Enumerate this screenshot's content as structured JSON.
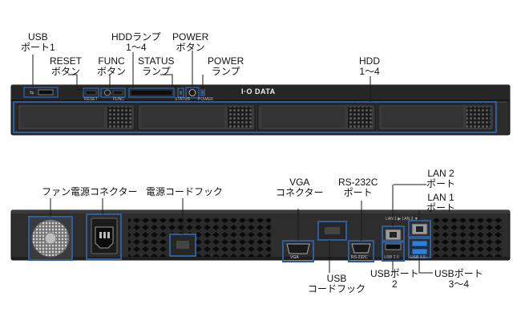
{
  "brand": "I·O DATA",
  "front_view": {
    "callouts": {
      "usb_port1": [
        "USB",
        "ポート1"
      ],
      "reset_button": [
        "RESET",
        "ボタン"
      ],
      "func_button": [
        "FUNC",
        "ボタン"
      ],
      "hdd_lamp": [
        "HDDランプ",
        "1～4"
      ],
      "status_lamp": [
        "STATUS",
        "ランプ"
      ],
      "power_button": [
        "POWER",
        "ボタン"
      ],
      "power_lamp": [
        "POWER",
        "ランプ"
      ],
      "hdd_bays": [
        "HDD",
        "1～4"
      ]
    },
    "panel_labels": {
      "reset": "RESET",
      "func": "FUNC",
      "status": "STATUS",
      "power": "POWER"
    }
  },
  "rear_view": {
    "callouts": {
      "fan": [
        "ファン"
      ],
      "power_connector": [
        "電源コネクター"
      ],
      "power_cord_hook": [
        "電源コードフック"
      ],
      "vga_connector": [
        "VGA",
        "コネクター"
      ],
      "rs232c_port": [
        "RS-232C",
        "ポート"
      ],
      "lan2_port": [
        "LAN 2",
        "ポート"
      ],
      "lan1_port": [
        "LAN 1",
        "ポート"
      ],
      "usb_cord_hook": [
        "USB",
        "コードフック"
      ],
      "usb_port2": [
        "USBポート",
        "2"
      ],
      "usb_port34": [
        "USBポート",
        "3～4"
      ]
    },
    "panel_labels": {
      "vga": "VGA",
      "rs232c": "RS-232C",
      "lan": "LAN 1 ▶ LAN 2 ▼",
      "usb2": "USB 2.0",
      "usb3": "USB 3.0"
    }
  },
  "colors": {
    "chassis": "#2a2a2a",
    "chassis_edge": "#111111",
    "callout_box": "#2e5d9a",
    "callout_line": "#1a1a1a",
    "usb3_blue": "#2f7fd6",
    "lan_jack": "#9b9b9b"
  }
}
